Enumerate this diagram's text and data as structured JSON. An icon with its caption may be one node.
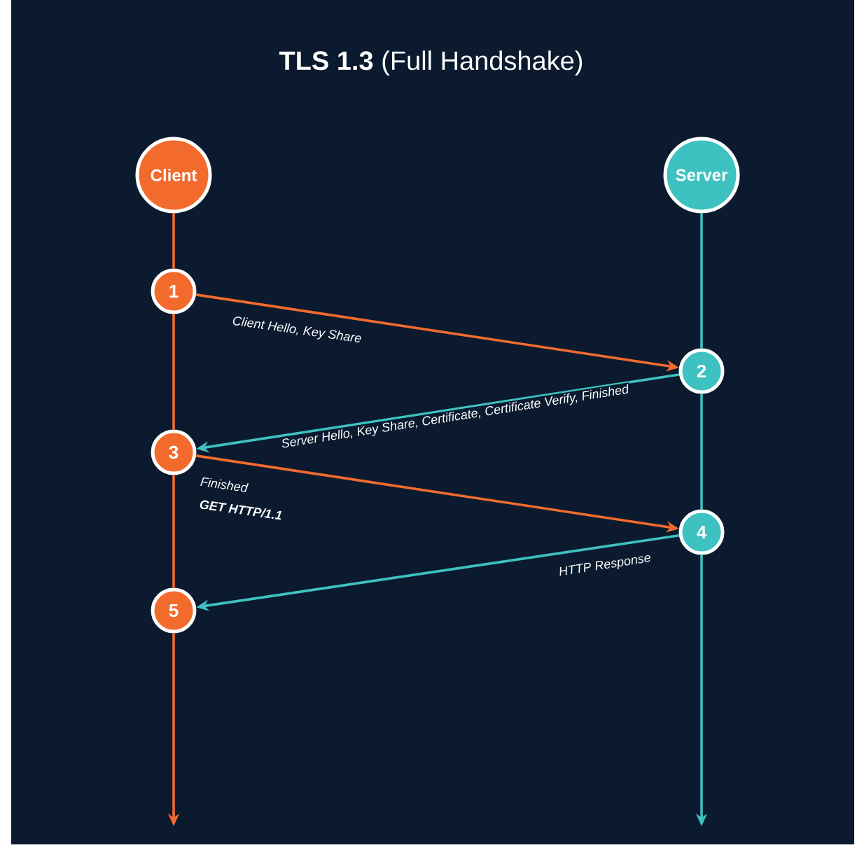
{
  "diagram": {
    "title": "**TLS 1.3** (Full Handshake)",
    "nodes": [
      {
        "text": [
          "Client"
        ]
      },
      {
        "text": [
          "Server"
        ]
      },
      {
        "text": [
          "1"
        ]
      },
      {
        "text": [
          "2"
        ]
      },
      {
        "text": [
          "3"
        ]
      },
      {
        "text": [
          "4"
        ]
      },
      {
        "text": [
          "5"
        ]
      }
    ],
    "edges": [
      {
        "from": 0,
        "to": 2,
        "arrow": "none",
        "color": "#f26b2d"
      },
      {
        "from": 2,
        "to": 4,
        "arrow": "none",
        "color": "#f26b2d"
      },
      {
        "from": 4,
        "to": 6,
        "arrow": "none",
        "color": "#f26b2d"
      },
      {
        "from": 6,
        "to": null,
        "arrow": "to",
        "color": "#f26b2d"
      },
      {
        "from": 1,
        "to": 3,
        "arrow": "none",
        "color": "#3ec1c1"
      },
      {
        "from": 3,
        "to": 5,
        "arrow": "none",
        "color": "#3ec1c1"
      },
      {
        "from": 5,
        "to": null,
        "arrow": "to",
        "color": "#3ec1c1"
      },
      {
        "from": 2,
        "to": 3,
        "arrow": "to",
        "label": "Client Hello, Key Share",
        "color": "#f26b2d"
      },
      {
        "from": 3,
        "to": 4,
        "arrow": "to",
        "label": "Server Hello, Key Share, Certificate, Certificate Verify, Finished",
        "color": "#3ec1c1"
      },
      {
        "from": 4,
        "to": 5,
        "arrow": "to",
        "label": "Finished",
        "color": "#f26b2d"
      },
      {
        "from": 5,
        "to": 6,
        "arrow": "to",
        "label": "HTTP Response",
        "color": "#3ec1c1"
      }
    ],
    "labels": [
      "GET HTTP/1.1"
    ]
  }
}
